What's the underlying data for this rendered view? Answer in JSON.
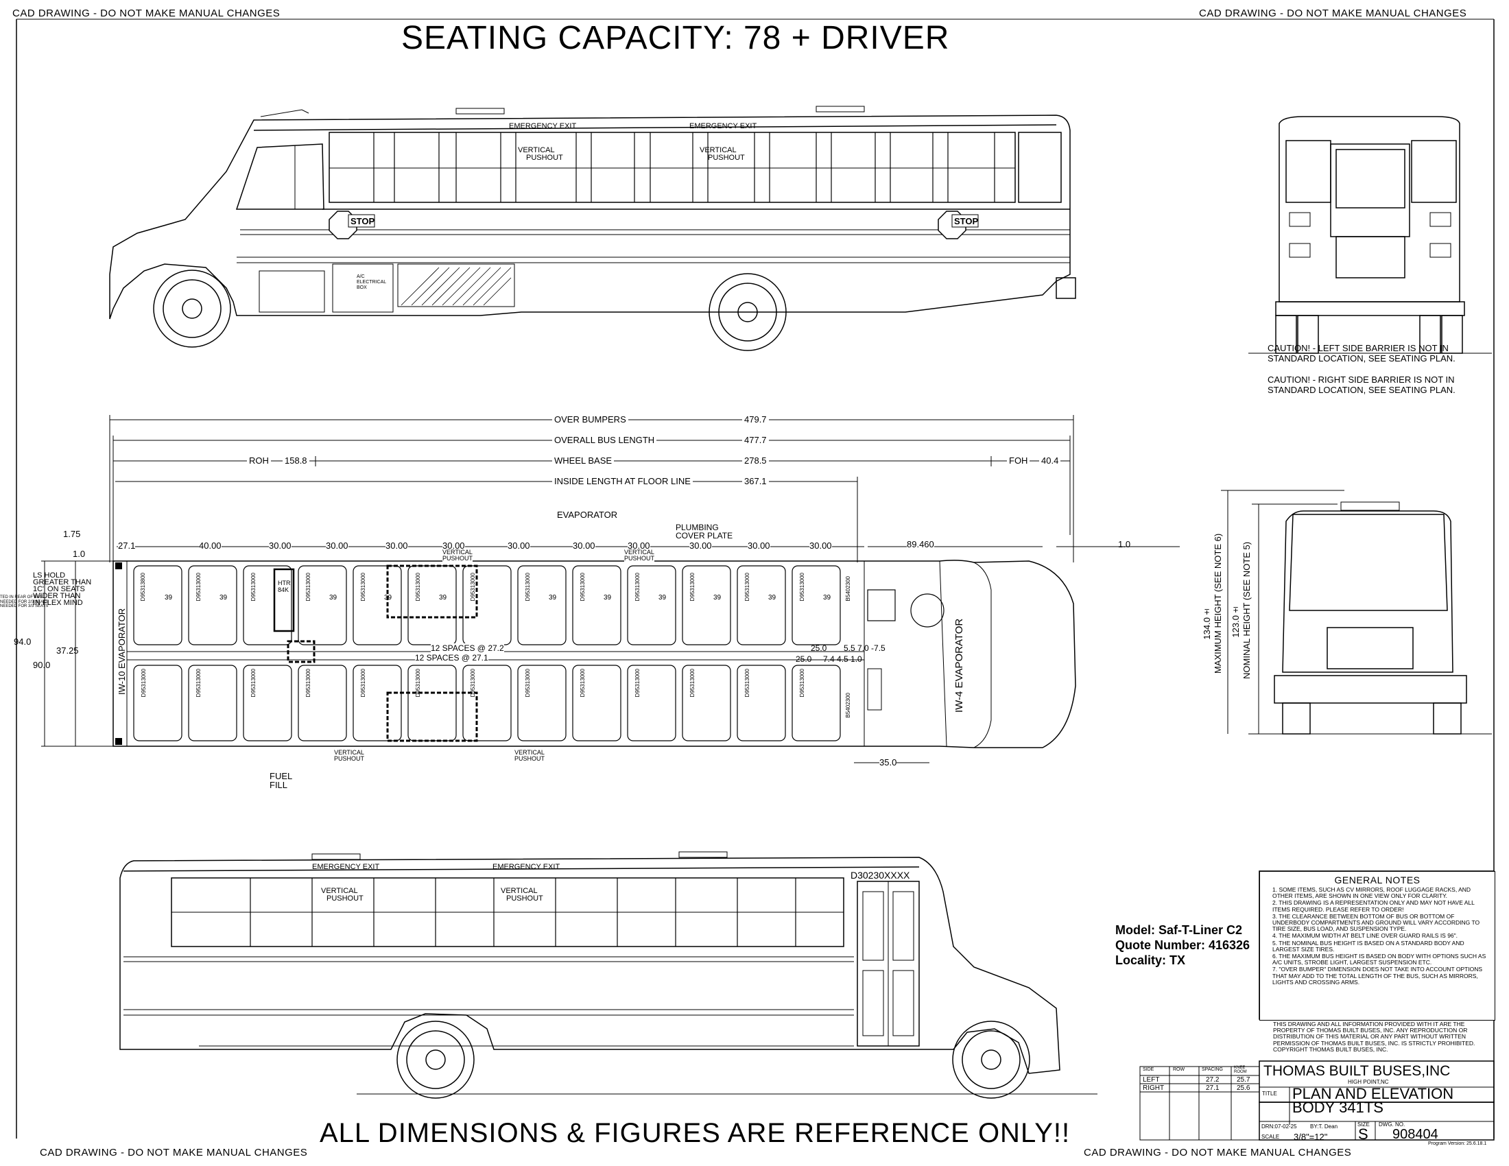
{
  "banners": {
    "top_left": "CAD DRAWING - DO NOT MAKE MANUAL CHANGES",
    "top_right": "CAD DRAWING - DO NOT MAKE MANUAL CHANGES",
    "bottom_left": "CAD DRAWING - DO NOT MAKE MANUAL CHANGES",
    "bottom_right": "CAD DRAWING - DO NOT MAKE MANUAL CHANGES"
  },
  "title": "SEATING CAPACITY: 78 + DRIVER",
  "footer_note": "ALL DIMENSIONS & FIGURES ARE REFERENCE ONLY!!",
  "side_view_top": {
    "emergency_exit_1": "EMERGENCY EXIT",
    "emergency_exit_2": "EMERGENCY EXIT",
    "vertical_1": "VERTICAL",
    "pushout_1": "PUSHOUT",
    "vertical_2": "VERTICAL",
    "pushout_2": "PUSHOUT",
    "stop_1": "STOP",
    "stop_2": "STOP",
    "ac_box_1": "A/C",
    "ac_box_2": "ELECTRICAL",
    "ac_box_3": "BOX"
  },
  "side_view_bottom": {
    "emergency_exit_1": "EMERGENCY EXIT",
    "emergency_exit_2": "EMERGENCY EXIT",
    "vertical_1": "VERTICAL",
    "pushout_1": "PUSHOUT",
    "vertical_2": "VERTICAL",
    "pushout_2": "PUSHOUT",
    "part_no": "D30230XXXX"
  },
  "caution": {
    "left_1": "CAUTION! - LEFT SIDE BARRIER IS NOT IN",
    "left_2": "STANDARD LOCATION, SEE SEATING PLAN.",
    "right_1": "CAUTION! - RIGHT SIDE BARRIER IS NOT IN",
    "right_2": "STANDARD LOCATION, SEE SEATING PLAN."
  },
  "dimensions": {
    "over_bumpers_label": "OVER BUMPERS",
    "over_bumpers_value": "479.7",
    "overall_length_label": "OVERALL BUS LENGTH",
    "overall_length_value": "477.7",
    "wheel_base_label": "WHEEL BASE",
    "wheel_base_value": "278.5",
    "roh_label": "ROH",
    "roh_value": "158.8",
    "foh_label": "FOH",
    "foh_value": "40.4",
    "inside_length_label": "INSIDE LENGTH AT FLOOR LINE",
    "inside_length_value": "367.1",
    "d_175": "1.75",
    "d_271": "27.1",
    "d_1_0_left": "1.0",
    "d_1_0_right": "1.0",
    "spacing_values": [
      "40.00",
      "30.00",
      "30.00",
      "30.00",
      "30.00",
      "30.00",
      "30.00",
      "30.00",
      "30.00",
      "30.00",
      "30.00"
    ],
    "d_89460": "89.460",
    "d_940": "94.0",
    "d_900": "90.0",
    "d_3725": "37.25",
    "spaces_left": "12 SPACES @ 27.2",
    "spaces_right": "12 SPACES @ 27.1",
    "d_250_top": "25.0",
    "d_250_bot": "25.0",
    "d_small_top": "5.5 7.0  -7.5",
    "d_small_bot": "7.4 4.5    1.0",
    "d_350": "35.0",
    "evaporator": "EVAPORATOR",
    "plumbing_1": "PLUMBING",
    "plumbing_2": "COVER PLATE",
    "vertical_pushout_top_a1": "VERTICAL",
    "vertical_pushout_top_a2": "PUSHOUT",
    "vertical_pushout_top_b1": "VERTICAL",
    "vertical_pushout_top_b2": "PUSHOUT",
    "vertical_pushout_bot_a1": "VERTICAL",
    "vertical_pushout_bot_a2": "PUSHOUT",
    "vertical_pushout_bot_b1": "VERTICAL",
    "vertical_pushout_bot_b2": "PUSHOUT",
    "fuel_1": "FUEL",
    "fuel_2": "FILL",
    "iw4_evaporator": "IW-4 EVAPORATOR",
    "iw10_evaporator": "IW-10 EVAPORATOR",
    "htr_1": "HTR",
    "htr_2": "84K",
    "ls_note_1": "LS HOLD",
    "ls_note_2": "GREATER THAN",
    "ls_note_3": "1C\" ON SEATS",
    "ls_note_4": "WIDER THAN",
    "ls_note_5": "IN FLEX MIND",
    "ls_small_1": "TED IN REAR OF BUS",
    "ls_small_2": "NEEDED FOR 2/3 SEATS",
    "ls_small_3": "NEEDED FOR 3/3 SEATS",
    "seat_codes": [
      "D95313800",
      "D95313000",
      "D95313000",
      "D95313000",
      "D95313000",
      "D95313000",
      "D95313000",
      "D95313000",
      "D95313000",
      "D95313000",
      "D95313000",
      "D95313000",
      "D95313000"
    ],
    "seat_codes_bottom": [
      "D95313000",
      "D95313000",
      "D95313000",
      "D95313000",
      "D95313000",
      "D95313000",
      "D95313000",
      "D95313000",
      "D95313000",
      "D95313000",
      "D95313000",
      "D95313000",
      "D95313000"
    ],
    "seat_num": "39",
    "front_code_top": "B5402300",
    "front_code_bot": "B5402300"
  },
  "front_view": {
    "max_height_label": "MAXIMUM HEIGHT (SEE NOTE 6)",
    "max_height_value": "134.0±",
    "nominal_height_label": "NOMINAL HEIGHT (SEE NOTE 5)",
    "nominal_height_value": "123.0±"
  },
  "model_info": {
    "model": "Model: Saf-T-Liner C2",
    "quote": "Quote Number: 416326",
    "locality": "Locality: TX"
  },
  "general_notes": {
    "title": "GENERAL NOTES",
    "items": [
      "1. SOME ITEMS, SUCH AS CV MIRRORS, ROOF LUGGAGE RACKS, AND OTHER ITEMS, ARE SHOWN IN ONE VIEW ONLY FOR CLARITY.",
      "2. THIS DRAWING IS A REPRESENTATION ONLY AND MAY NOT HAVE ALL ITEMS REQUIRED. PLEASE REFER TO ORDER!",
      "3. THE CLEARANCE BETWEEN BOTTOM OF BUS OR BOTTOM OF UNDERBODY COMPARTMENTS AND GROUND WILL VARY ACCORDING TO TIRE SIZE, BUS LOAD, AND SUSPENSION TYPE.",
      "4. THE MAXIMUM WIDTH AT BELT LINE OVER GUARD RAILS IS 96\".",
      "5. THE NOMINAL BUS HEIGHT IS BASED ON A STANDARD BODY AND LARGEST SIZE TIRES.",
      "6. THE MAXIMUM BUS HEIGHT IS BASED ON BODY WITH OPTIONS SUCH AS A/C UNITS, STROBE LIGHT, LARGEST SUSPENSION ETC.",
      "7. \"OVER BUMPER\" DIMENSION DOES NOT TAKE INTO ACCOUNT OPTIONS THAT MAY ADD TO THE TOTAL LENGTH OF THE BUS, SUCH AS MIRRORS, LIGHTS AND CROSSING ARMS."
    ],
    "copyright": "THIS DRAWING AND ALL INFORMATION PROVIDED WITH IT ARE THE PROPERTY OF THOMAS BUILT BUSES, INC. ANY REPRODUCTION OR DISTRIBUTION OF THIS MATERIAL OR ANY PART WITHOUT WRITTEN PERMISSION OF THOMAS BUILT BUSES, INC. IS STRICTLY PROHIBITED. COPYRIGHT THOMAS BUILT BUSES, INC."
  },
  "title_block": {
    "company": "THOMAS BUILT BUSES,INC",
    "location": "HIGH POINT,NC",
    "title_label": "TITLE",
    "title_1": "PLAN AND ELEVATION",
    "title_2": "BODY 341TS",
    "drn": "DRN:07-02-25",
    "by": "BY:T. Dean",
    "size_label": "SIZE",
    "size": "S",
    "dwg_label": "DWG. NO.",
    "dwg_no": "908404",
    "scale_label": "SCALE",
    "scale": "3/8\"=12\"",
    "program_version": "Program Version: 25.6.18.1",
    "table_headers": [
      "SIDE",
      "ROW",
      "SPACING",
      "KNEE ROOM"
    ],
    "table_rows": [
      [
        "LEFT",
        "",
        "27.2",
        "25.7"
      ],
      [
        "RIGHT",
        "",
        "27.1",
        "25.6"
      ]
    ]
  }
}
